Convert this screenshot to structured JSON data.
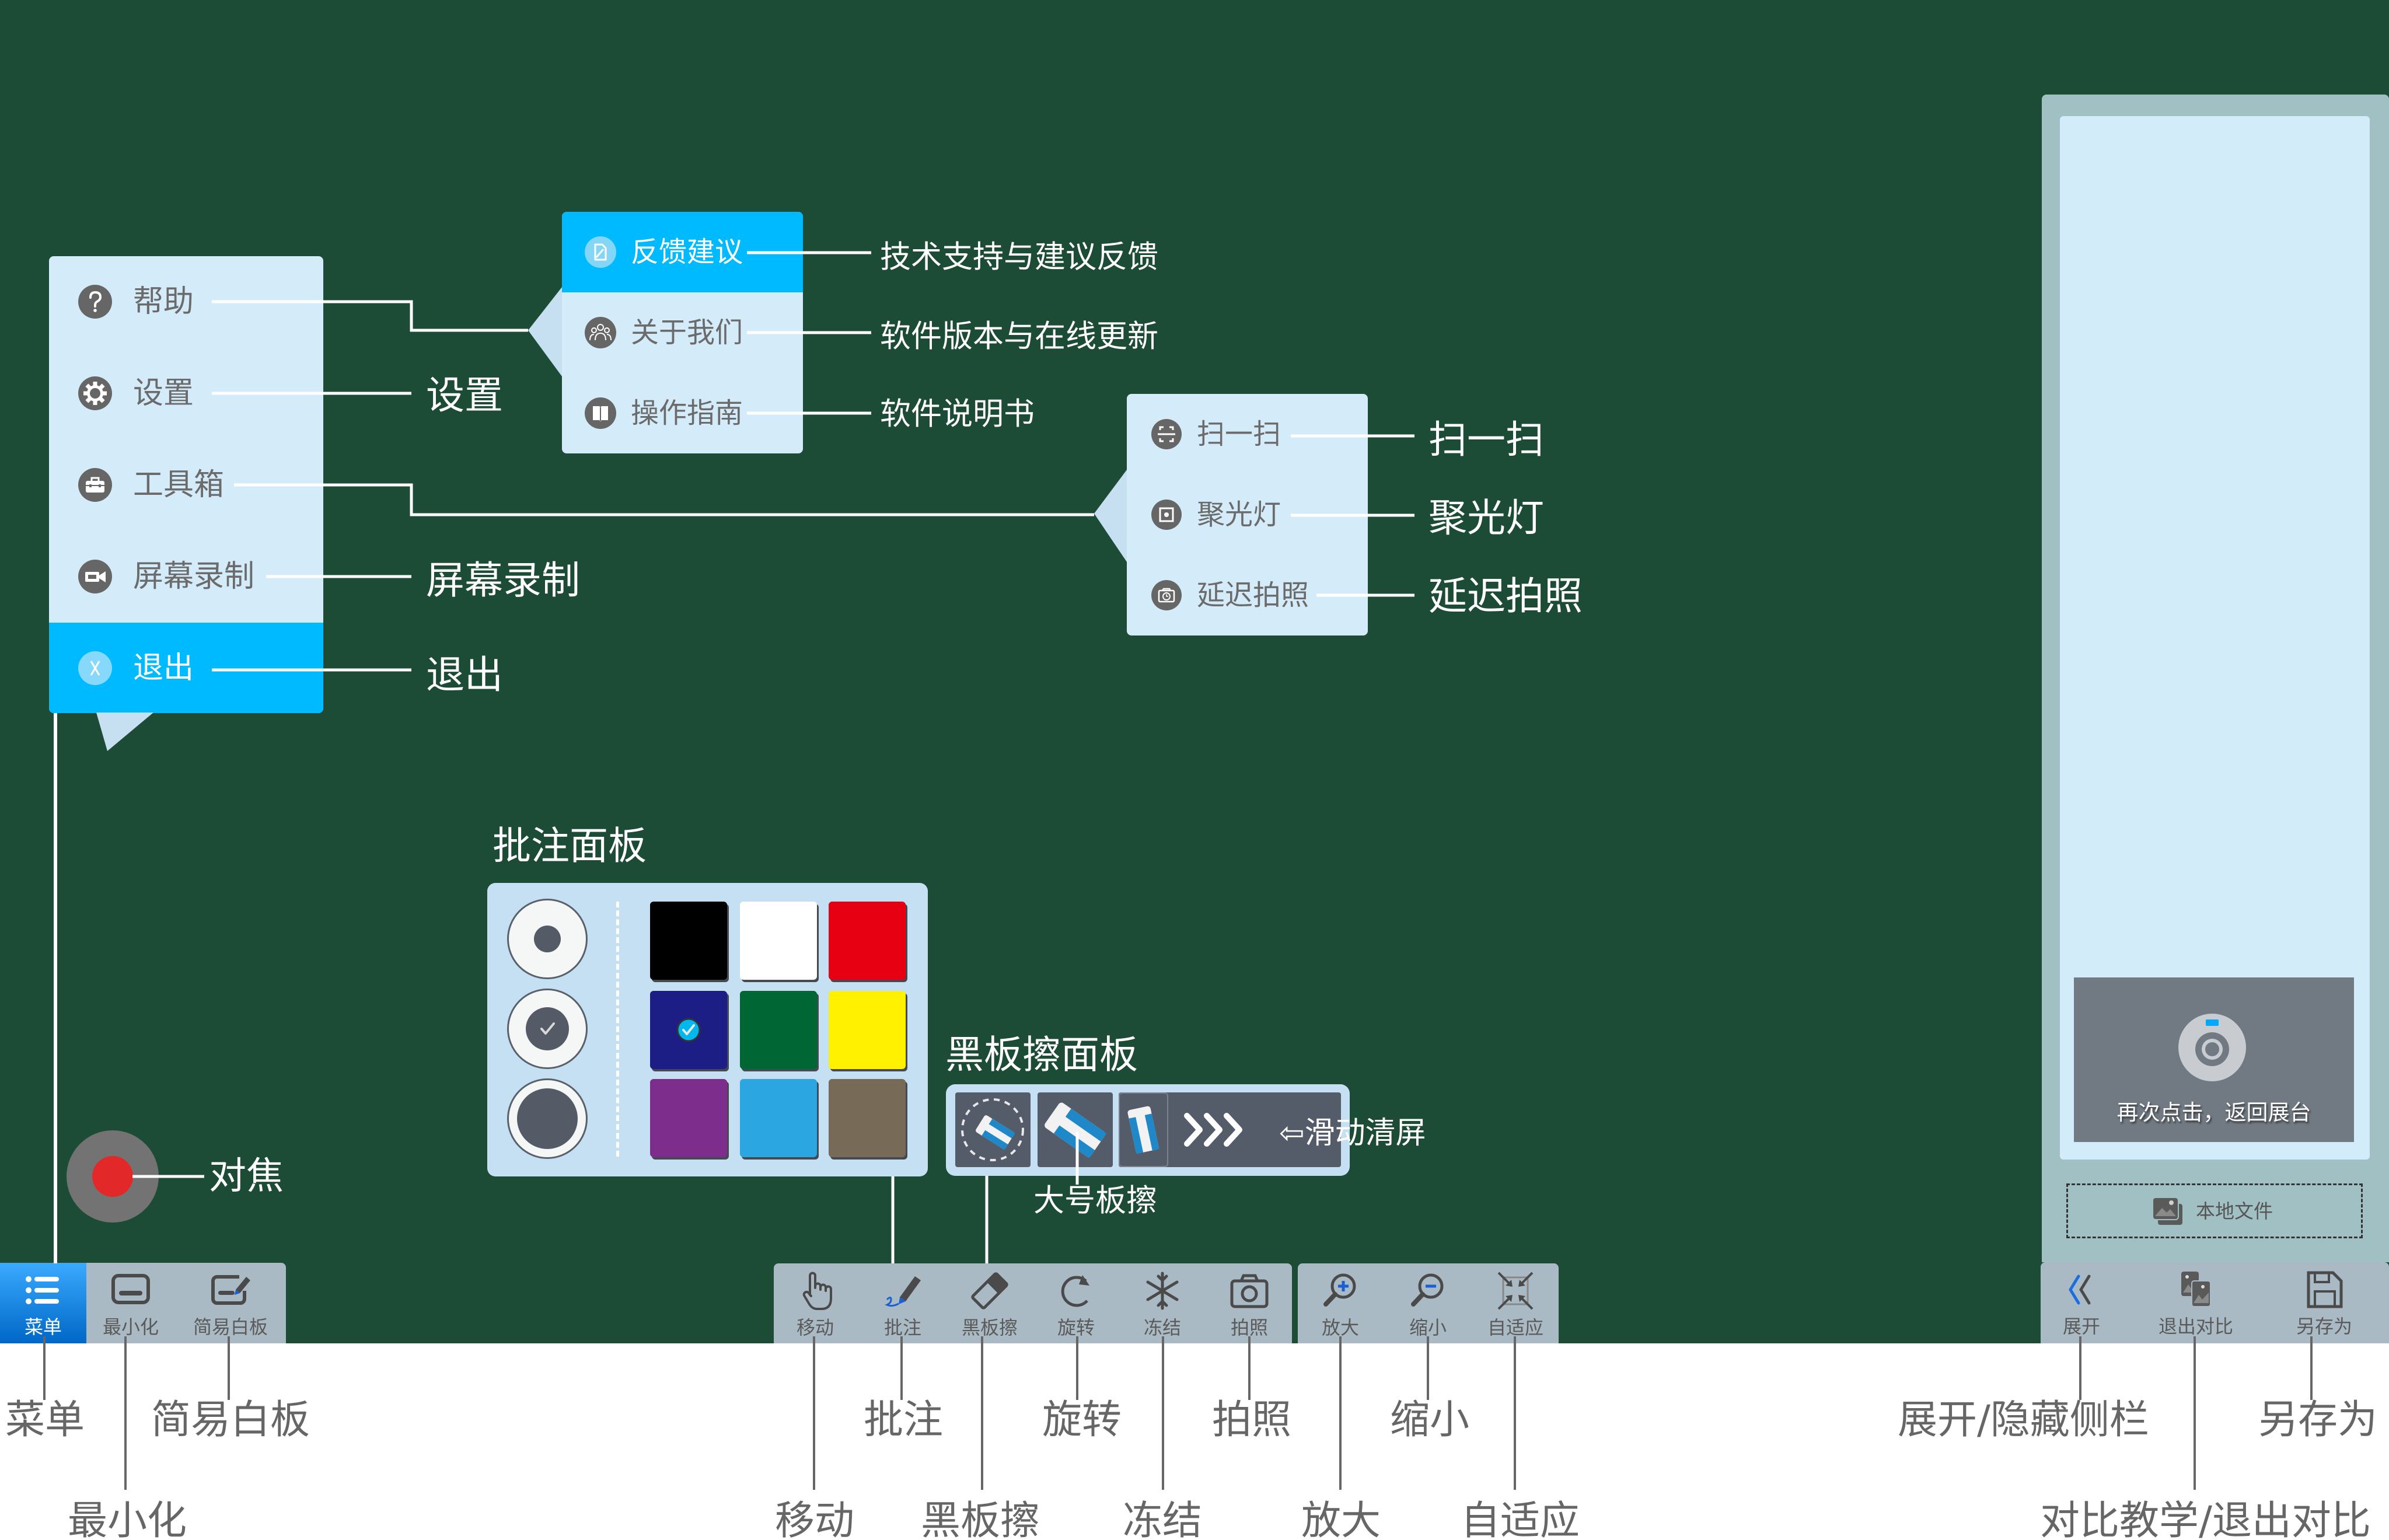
{
  "theme": {
    "colors": {
      "bg": "#1c4b36",
      "accent": "#00baff",
      "panel": "#d4ecf9",
      "toolbar": "#a9bac4",
      "sidebar": "#a1c0c3",
      "pointer": "#c6dff1",
      "focus_red": "#e3282a"
    }
  },
  "main_menu": {
    "items": [
      {
        "label": "帮助",
        "icon": "help-icon"
      },
      {
        "label": "设置",
        "icon": "gear-icon"
      },
      {
        "label": "工具箱",
        "icon": "toolbox-icon"
      },
      {
        "label": "屏幕录制",
        "icon": "video-camera-icon"
      },
      {
        "label": "退出",
        "icon": "exit-icon",
        "active": true
      }
    ]
  },
  "menu_callouts": {
    "settings": "设置",
    "screen_record": "屏幕录制",
    "exit": "退出"
  },
  "help_submenu": {
    "items": [
      {
        "label": "反馈建议",
        "icon": "feedback-icon",
        "active": true,
        "callout": "技术支持与建议反馈"
      },
      {
        "label": "关于我们",
        "icon": "people-icon",
        "callout": "软件版本与在线更新"
      },
      {
        "label": "操作指南",
        "icon": "book-icon",
        "callout": "软件说明书"
      }
    ]
  },
  "toolbox_submenu": {
    "items": [
      {
        "label": "扫一扫",
        "icon": "scan-icon",
        "callout": "扫一扫"
      },
      {
        "label": "聚光灯",
        "icon": "spotlight-icon",
        "callout": "聚光灯"
      },
      {
        "label": "延迟拍照",
        "icon": "timer-camera-icon",
        "callout": "延迟拍照"
      }
    ]
  },
  "focus": {
    "label": "对焦"
  },
  "annotation_panel": {
    "title": "批注面板",
    "selected_pen_size_index": 1,
    "selected_color_index": 3,
    "colors": [
      "#000000",
      "#ffffff",
      "#e60012",
      "#1d1d86",
      "#006634",
      "#fff100",
      "#7d2e8c",
      "#2ba6e0",
      "#776a56"
    ]
  },
  "eraser_panel": {
    "title": "黑板擦面板",
    "large_eraser_label": "大号板擦",
    "slide_clear_label": "⇦滑动清屏"
  },
  "toolbar": {
    "left": [
      {
        "label": "菜单",
        "icon": "list-icon",
        "active": true
      },
      {
        "label": "最小化",
        "icon": "minimize-icon"
      },
      {
        "label": "简易白板",
        "icon": "whiteboard-icon"
      }
    ],
    "tools": [
      {
        "label": "移动",
        "icon": "hand-icon"
      },
      {
        "label": "批注",
        "icon": "pen-icon"
      },
      {
        "label": "黑板擦",
        "icon": "eraser-icon"
      },
      {
        "label": "旋转",
        "icon": "rotate-icon"
      },
      {
        "label": "冻结",
        "icon": "snowflake-icon"
      },
      {
        "label": "拍照",
        "icon": "camera-icon"
      }
    ],
    "zoom": [
      {
        "label": "放大",
        "icon": "zoom-in-icon"
      },
      {
        "label": "缩小",
        "icon": "zoom-out-icon"
      },
      {
        "label": "自适应",
        "icon": "fit-screen-icon"
      }
    ],
    "right": [
      {
        "label": "展开",
        "icon": "chevrons-left-icon"
      },
      {
        "label": "退出对比",
        "icon": "compare-icon"
      },
      {
        "label": "另存为",
        "icon": "save-icon"
      }
    ]
  },
  "sidebar": {
    "camera_prompt": "再次点击，返回展台",
    "local_file_label": "本地文件"
  },
  "legend": {
    "menu": "菜单",
    "minimize": "最小化",
    "whiteboard": "简易白板",
    "move": "移动",
    "annotate": "批注",
    "eraser": "黑板擦",
    "rotate": "旋转",
    "freeze": "冻结",
    "photo": "拍照",
    "zoom_in": "放大",
    "zoom_out": "缩小",
    "fit": "自适应",
    "toggle_sidebar": "展开/隐藏侧栏",
    "compare": "对比教学/退出对比",
    "save_as": "另存为"
  }
}
